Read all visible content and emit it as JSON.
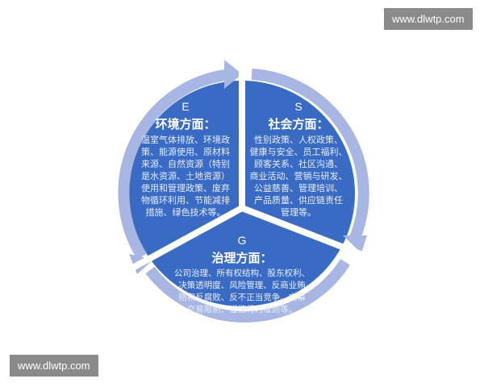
{
  "watermarks": [
    "www.dlwtp.com",
    "www.dlwtp.com"
  ],
  "colors": {
    "disk": "#3a6bc4",
    "ring": "#a7b6e2"
  },
  "sections": [
    {
      "letter": "E",
      "title": "环境方面：",
      "lines": [
        "温室气体排放、环境政",
        "策、能源使用、原材料",
        "来源、自然资源（特别",
        "是水资源、土地资源）",
        "使用和管理政策、废弃",
        "物循环利用、节能减排",
        "措施、绿色技术等。"
      ]
    },
    {
      "letter": "S",
      "title": "社会方面：",
      "lines": [
        "性别政策、人权政策、",
        "健康与安全、员工福利、",
        "顾客关系、社区沟通、",
        "商业活动、营销与研发、",
        "公益慈善、管理培训、",
        "产品质量、供应链责任",
        "管理等。"
      ]
    },
    {
      "letter": "G",
      "title": "治理方面：",
      "lines": [
        "公司治理、所有权结构、股东权利、",
        "决策透明度、风险管理、反商业贿",
        "赂和反腐败、反不正当竞争、内幕",
        "交易限制、道德行为准则等。"
      ]
    }
  ]
}
